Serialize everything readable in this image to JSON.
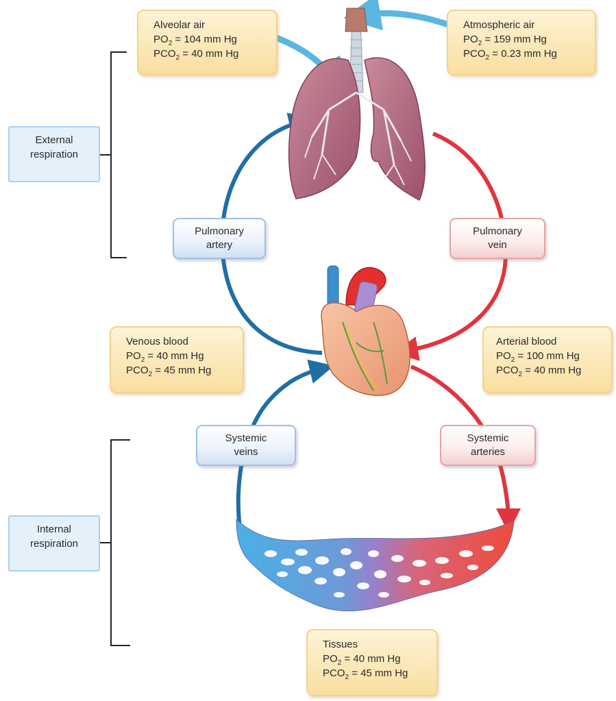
{
  "phases": {
    "external": {
      "line1": "External",
      "line2": "respiration"
    },
    "internal": {
      "line1": "Internal",
      "line2": "respiration"
    }
  },
  "gas_boxes": {
    "alveolar": {
      "title": "Alveolar air",
      "po2": "104 mm Hg",
      "pco2": "40 mm Hg"
    },
    "atmospheric": {
      "title": "Atmospheric air",
      "po2": "159 mm Hg",
      "pco2": "0.23 mm Hg"
    },
    "venous": {
      "title": "Venous blood",
      "po2": "40 mm Hg",
      "pco2": "45 mm Hg"
    },
    "arterial": {
      "title": "Arterial blood",
      "po2": "100 mm Hg",
      "pco2": "40 mm Hg"
    },
    "tissues": {
      "title": "Tissues",
      "po2": "40 mm Hg",
      "pco2": "45 mm Hg"
    }
  },
  "gas_labels": {
    "po": "PO",
    "pco": "PCO",
    "sub": "2",
    "eq": " = "
  },
  "vessels": {
    "pulmonary_artery": {
      "line1": "Pulmonary",
      "line2": "artery"
    },
    "pulmonary_vein": {
      "line1": "Pulmonary",
      "line2": "vein"
    },
    "systemic_veins": {
      "line1": "Systemic",
      "line2": "veins"
    },
    "systemic_arteries": {
      "line1": "Systemic",
      "line2": "arteries"
    }
  },
  "colors": {
    "deoxygenated": "#1f6fa5",
    "oxygenated": "#e0353f",
    "air_arrow": "#5bb6e2",
    "lung": "#b46a7e",
    "capillary_mix": "#9a7fc8"
  }
}
